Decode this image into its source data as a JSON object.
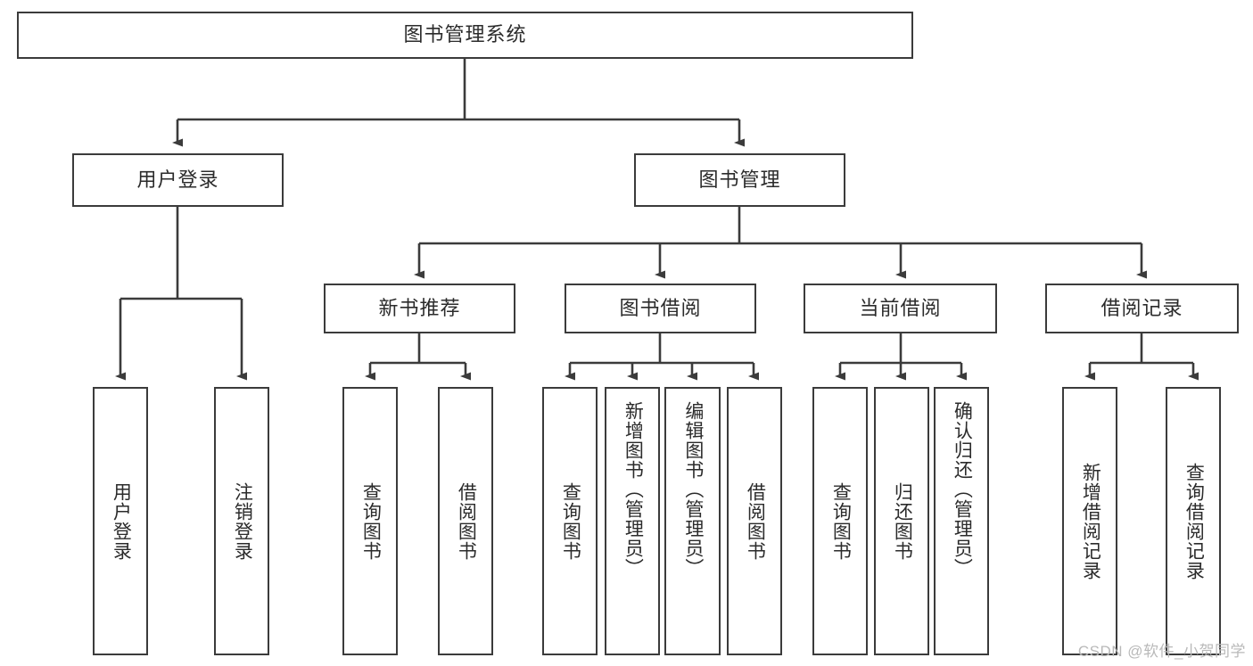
{
  "diagram": {
    "title": "图书管理系统",
    "type": "tree-hierarchy-chart",
    "root": {
      "label": "图书管理系统"
    },
    "level1": [
      {
        "label": "用户登录"
      },
      {
        "label": "图书管理"
      }
    ],
    "level2": [
      {
        "label": "新书推荐"
      },
      {
        "label": "图书借阅"
      },
      {
        "label": "当前借阅"
      },
      {
        "label": "借阅记录"
      }
    ],
    "leaves": {
      "user_login": [
        {
          "label": "用户登录"
        },
        {
          "label": "注销登录"
        }
      ],
      "new_book_recommend": [
        {
          "label": "查询图书"
        },
        {
          "label": "借阅图书"
        }
      ],
      "book_borrow": [
        {
          "label": "查询图书"
        },
        {
          "label": "新增图书（管理员）"
        },
        {
          "label": "编辑图书（管理员）"
        },
        {
          "label": "借阅图书"
        }
      ],
      "current_borrow": [
        {
          "label": "查询图书"
        },
        {
          "label": "归还图书"
        },
        {
          "label": "确认归还（管理员）"
        }
      ],
      "borrow_record": [
        {
          "label": "新增借阅记录"
        },
        {
          "label": "查询借阅记录"
        }
      ]
    }
  },
  "watermark": {
    "text": "CSDN @软件_小贺同学"
  },
  "colors": {
    "stroke": "#3b3b3b",
    "text": "#2b2b2b",
    "background": "#ffffff",
    "watermark": "#b9b9b9"
  }
}
